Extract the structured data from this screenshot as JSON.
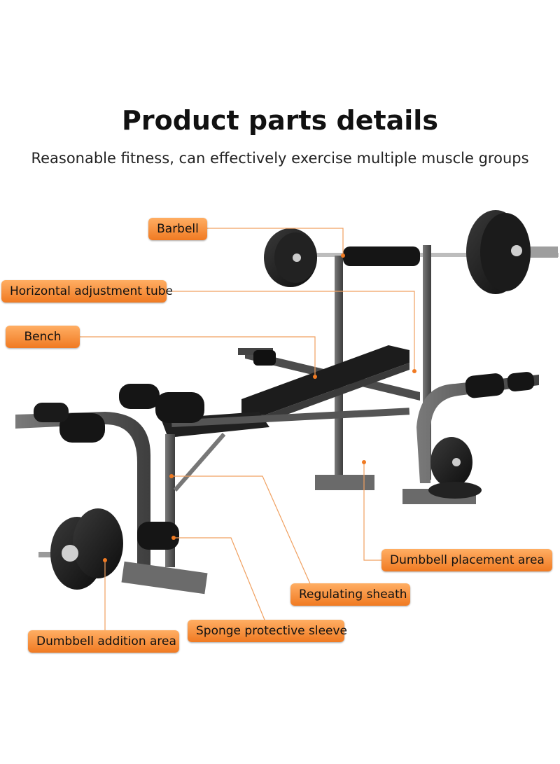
{
  "header": {
    "title": "Product parts details",
    "subtitle": "Reasonable fitness, can effectively exercise multiple muscle groups"
  },
  "labels": {
    "barbell": "Barbell",
    "horizontal_tube": "Horizontal adjustment tube",
    "bench": "Bench",
    "dumbbell_placement": "Dumbbell placement area",
    "regulating_sheath": "Regulating sheath",
    "sponge_sleeve": "Sponge protective sleeve",
    "dumbbell_addition": "Dumbbell addition area"
  },
  "colors": {
    "label_gradient_top": "#ffae63",
    "label_gradient_bottom": "#f07a22",
    "leader_line": "#f0a060",
    "frame": "#5c5c5c",
    "foam": "#1a1a1a"
  }
}
